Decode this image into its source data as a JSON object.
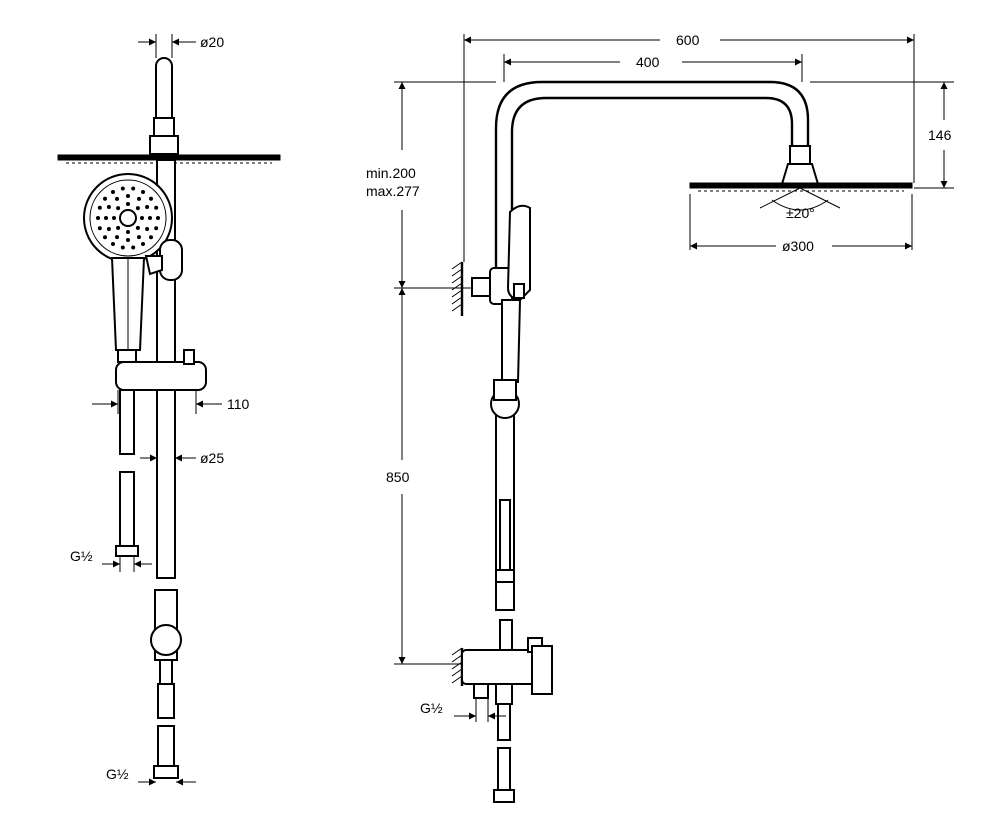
{
  "dimensions": {
    "side_pipe_diameter": "ø20",
    "side_rail_width": "110",
    "side_rail_diameter": "ø25",
    "side_inlet_upper": "G½",
    "side_inlet_lower": "G½",
    "arm_total": "600",
    "arm_reach": "400",
    "head_drop": "146",
    "bracket_range_line1": "min.200",
    "bracket_range_line2": "max.277",
    "head_tilt": "±20°",
    "head_diameter": "ø300",
    "riser_height": "850",
    "front_inlet": "G½"
  },
  "colors": {
    "line": "#000000",
    "background": "#ffffff"
  }
}
